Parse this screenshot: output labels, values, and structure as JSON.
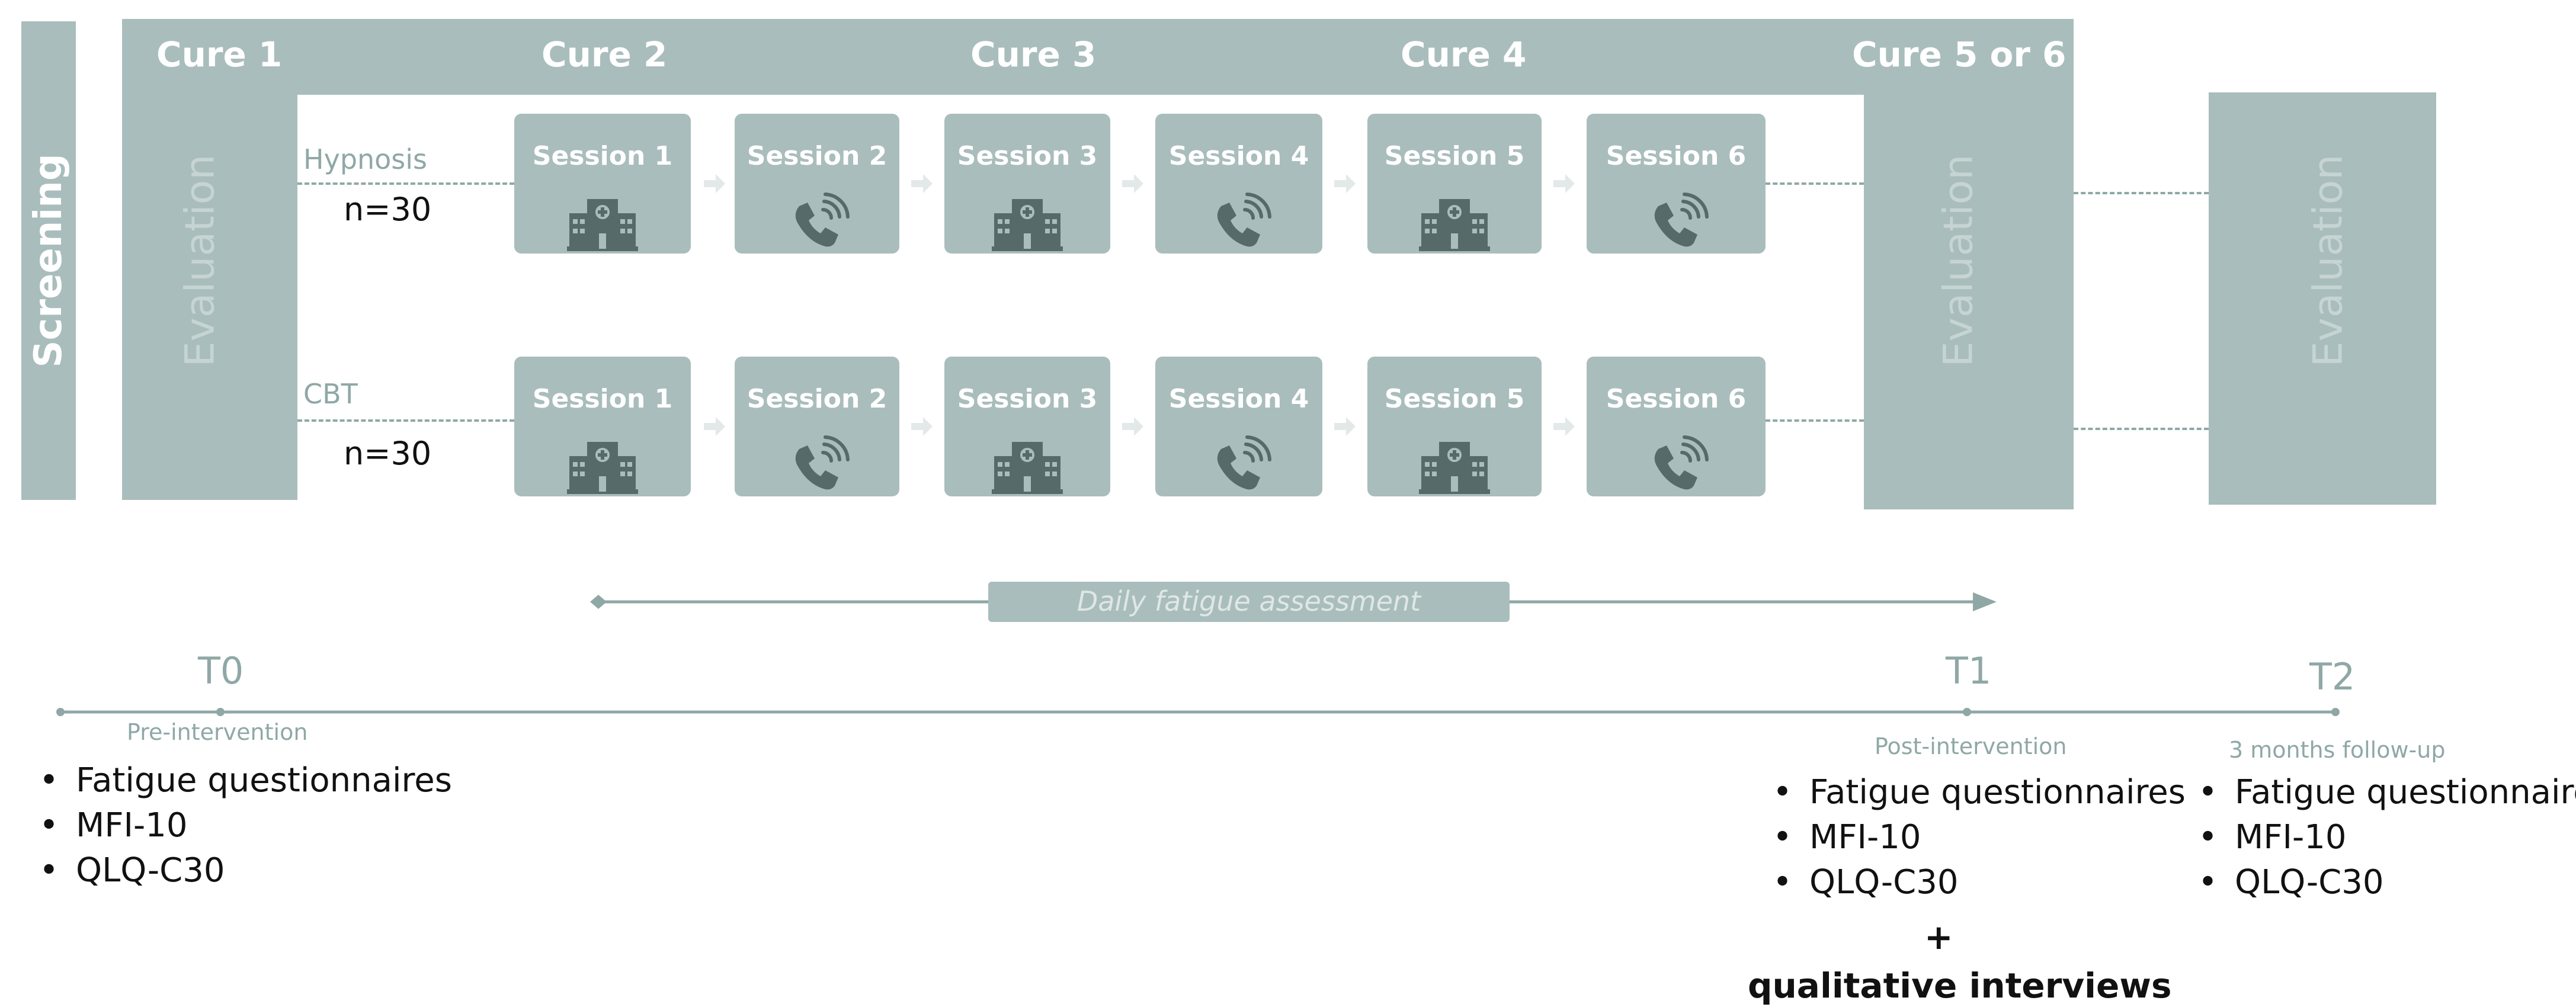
{
  "screening": "Screening",
  "cures": [
    "Cure 1",
    "Cure 2",
    "Cure 3",
    "Cure 4",
    "Cure 5 or 6"
  ],
  "evaluation_label": "Evaluation",
  "arms": [
    {
      "name": "Hypnosis",
      "n": "n=30"
    },
    {
      "name": "CBT",
      "n": "n=30"
    }
  ],
  "sessions": [
    {
      "label": "Session 1",
      "icon": "hospital-icon"
    },
    {
      "label": "Session 2",
      "icon": "phone-icon"
    },
    {
      "label": "Session 3",
      "icon": "hospital-icon"
    },
    {
      "label": "Session 4",
      "icon": "phone-icon"
    },
    {
      "label": "Session 5",
      "icon": "hospital-icon"
    },
    {
      "label": "Session 6",
      "icon": "phone-icon"
    }
  ],
  "daily_assessment": "Daily fatigue assessment",
  "timepoints": [
    {
      "label": "T0",
      "sub": "Pre-intervention"
    },
    {
      "label": "T1",
      "sub": "Post-intervention"
    },
    {
      "label": "T2",
      "sub": "3 months follow-up"
    }
  ],
  "measures": [
    "Fatigue questionnaires",
    "MFI-10",
    "QLQ-C30"
  ],
  "bullet": "•",
  "plus": "+",
  "qualitative": "qualitative interviews",
  "colors": {
    "box": "#a9bdbc",
    "line": "#8fa8a6",
    "text": "#111111"
  }
}
